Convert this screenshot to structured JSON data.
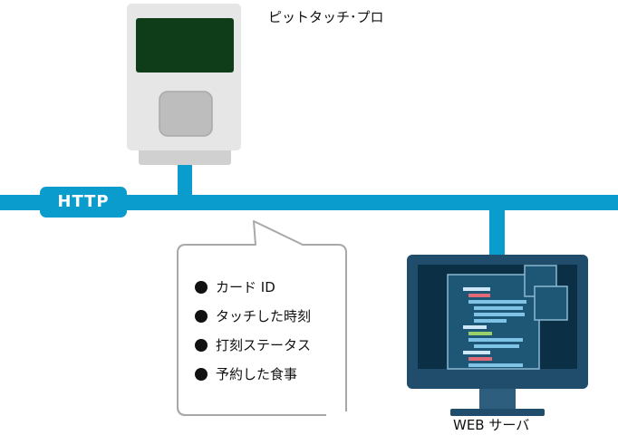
{
  "device": {
    "label": "ピットタッチ･プロ"
  },
  "network": {
    "label": "HTTP"
  },
  "server": {
    "label": "WEB サーバ"
  },
  "bubble": {
    "items": [
      "カード ID",
      "タッチした時刻",
      "打刻ステータス",
      "予約した食事"
    ]
  },
  "colors": {
    "network_line": "#0a9ccd",
    "http_badge": "#0a9ccd",
    "device_body": "#e6e6e6",
    "device_screen": "#0f3d1a",
    "device_button": "#bdbdbd",
    "monitor_frame": "#1f4d6b",
    "monitor_screen": "#0b2f44",
    "bubble_border": "#a8a8a8"
  },
  "icons": [
    "card-reader-device",
    "monitor-icon",
    "code-window-icon",
    "speech-bubble"
  ]
}
